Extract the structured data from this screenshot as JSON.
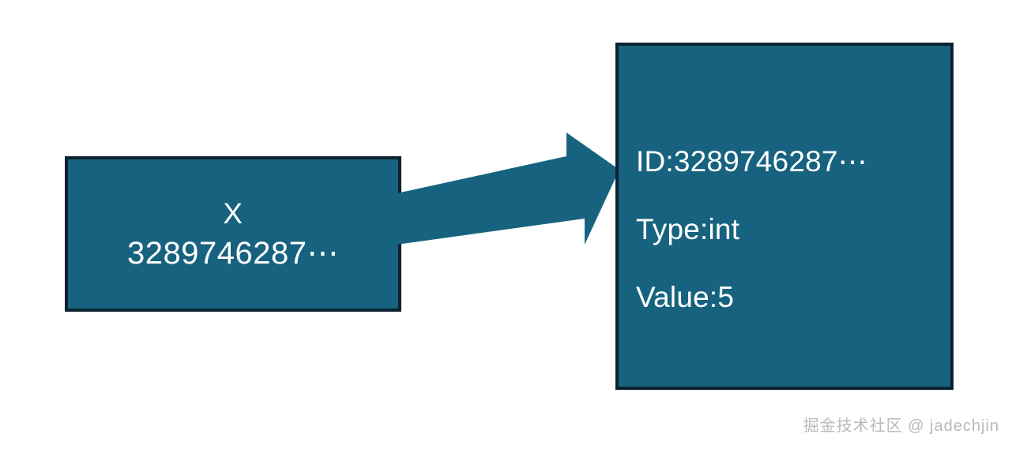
{
  "diagram": {
    "title": "python-variable-object-reference",
    "background_color": "#ffffff",
    "fill_color": "#17637f",
    "stroke_color": "#0c2231",
    "text_color": "#ffffff",
    "variable_box": {
      "name_label": "X",
      "address_label": "3289746287⋯"
    },
    "object_box": {
      "id_field": "ID:3289746287⋯",
      "type_field": "Type:int",
      "value_field": "Value:5"
    },
    "arrow": {
      "icon": "block-arrow-right-icon",
      "direction": "right",
      "color": "#17637f"
    }
  },
  "watermark": {
    "text": "掘金技术社区 @ jadechjin",
    "color": "#b9b9b9"
  }
}
